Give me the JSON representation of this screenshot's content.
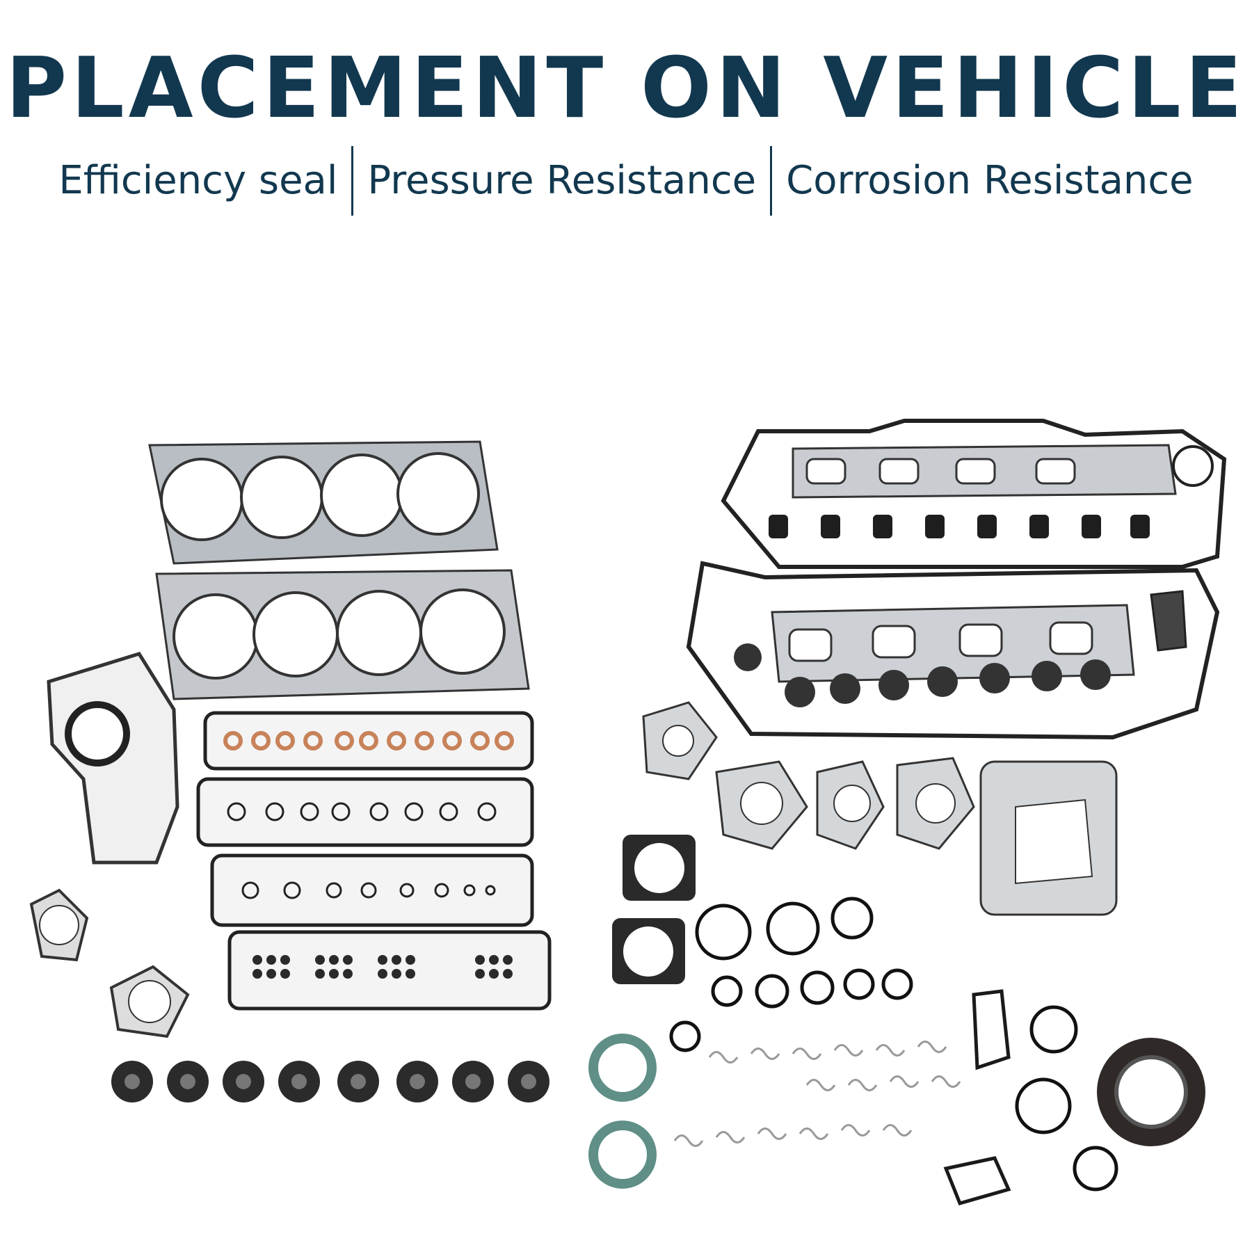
{
  "heading": "PLACEMENT ON VEHICLE",
  "features": [
    "Efficiency seal",
    "Pressure Resistance",
    "Corrosion Resistance"
  ],
  "colors": {
    "heading": "#12384f",
    "gasket_steel": "#b9bec4",
    "gasket_dark": "#2a2a2a",
    "copper": "#c8825a",
    "teal_ring": "#5f8f87"
  },
  "image": {
    "subject": "engine gasket kit",
    "icon": "gasket-kit-photo"
  }
}
